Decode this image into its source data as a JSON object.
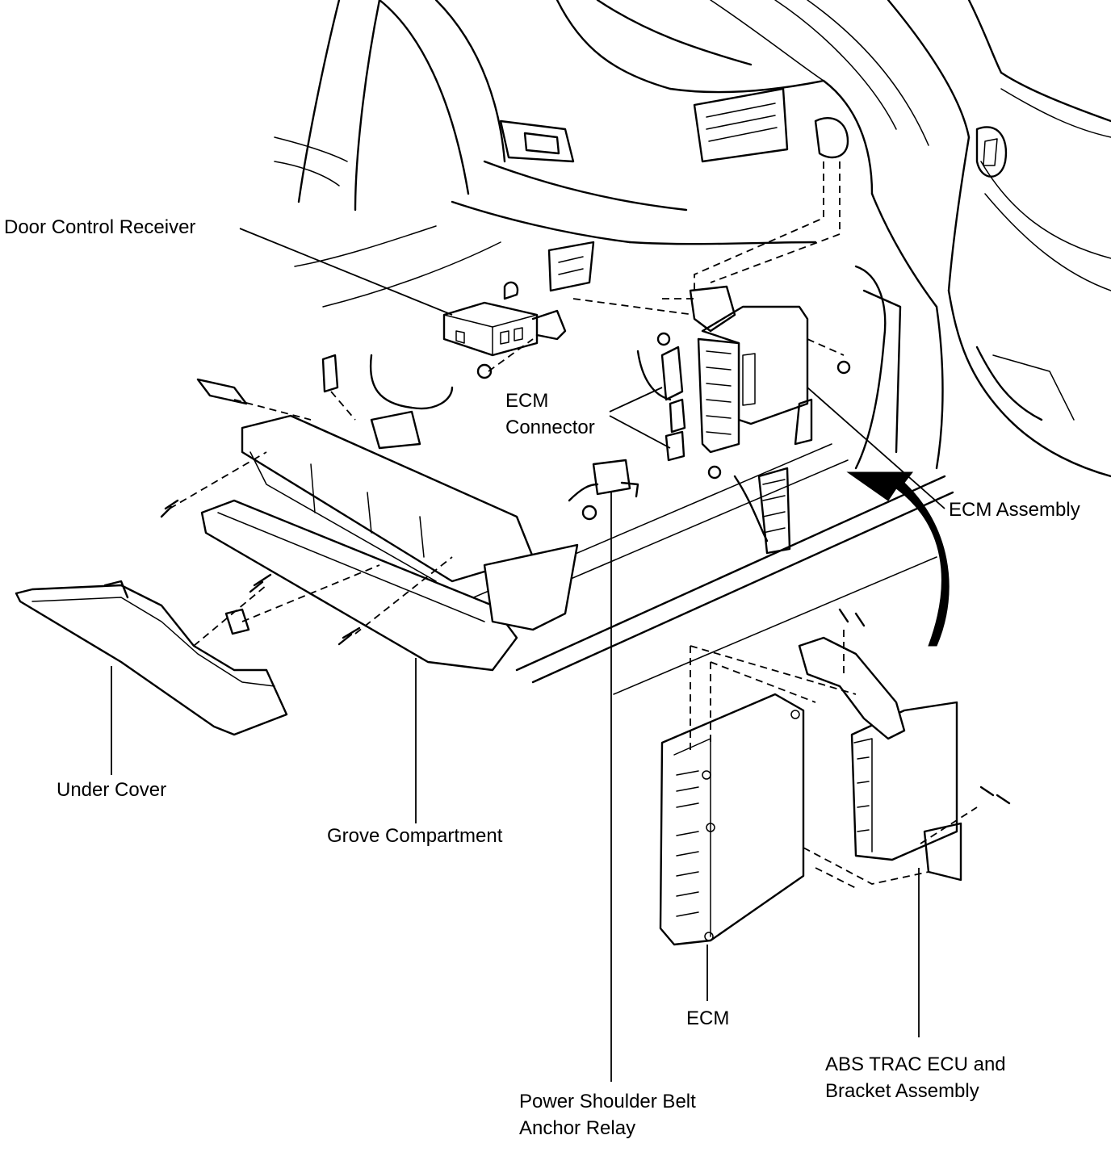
{
  "labels": {
    "door_control_receiver": "Door Control Receiver",
    "ecm_connector_line1": "ECM",
    "ecm_connector_line2": "Connector",
    "ecm_assembly": "ECM Assembly",
    "under_cover": "Under Cover",
    "grove_compartment": "Grove Compartment",
    "ecm": "ECM",
    "abs_trac_line1": "ABS TRAC ECU and",
    "abs_trac_line2": "Bracket Assembly",
    "power_relay_line1": "Power Shoulder Belt",
    "power_relay_line2": "Anchor Relay"
  }
}
